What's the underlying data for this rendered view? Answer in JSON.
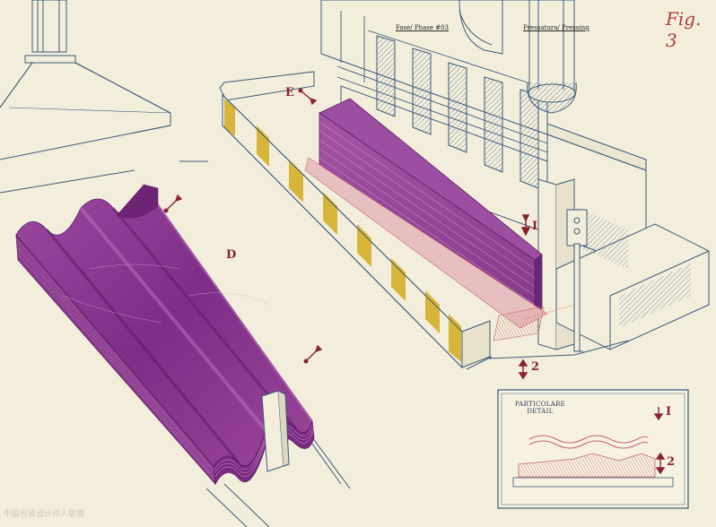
{
  "header": {
    "phase": "Fase/ Phase #03",
    "process": "Pressatura/ Pressing",
    "figure": "Fig. 3"
  },
  "labels": {
    "D": "D",
    "E": "E",
    "I": "I",
    "two": "2"
  },
  "detail": {
    "title": "PARTICOLARE DETAIL",
    "marker_1": "I",
    "marker_2": "2"
  },
  "watermark": "中国包装设计师人联盟",
  "colors": {
    "paper": "#f3eedc",
    "ink_line": "#3c5a78",
    "purple": "#8e3a8e",
    "purple_dark": "#6a2070",
    "hazard_yellow": "#d6b53a",
    "red_ink": "#8a2230",
    "pink_sheet": "#e8bfc0"
  }
}
